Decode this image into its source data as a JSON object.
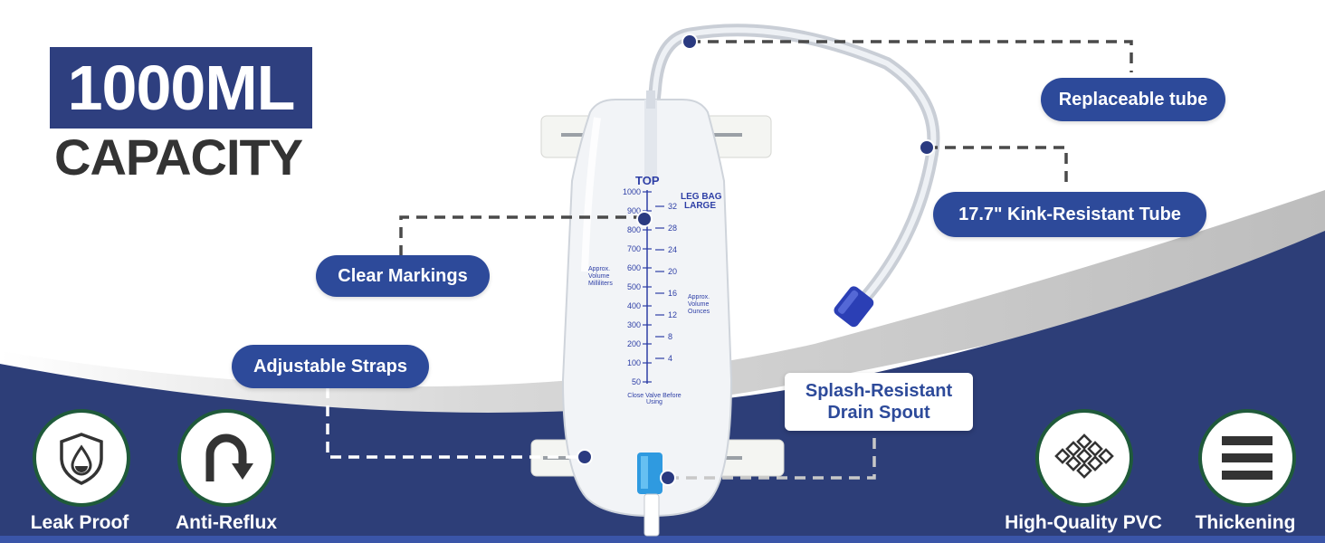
{
  "headline": {
    "capacity": "1000ML",
    "subtitle": "CAPACITY"
  },
  "callouts": {
    "replaceable_tube": "Replaceable tube",
    "kink_resistant": "17.7\" Kink-Resistant Tube",
    "clear_markings": "Clear Markings",
    "adjustable_straps": "Adjustable Straps",
    "splash_line1": "Splash-Resistant",
    "splash_line2": "Drain Spout"
  },
  "bag": {
    "top_label": "TOP",
    "type_line1": "LEG BAG",
    "type_line2": "LARGE",
    "ml_label": "Approx. Volume Milliliters",
    "oz_label": "Approx. Volume Ounces",
    "ml_ticks": [
      "1000",
      "900",
      "800",
      "700",
      "600",
      "500",
      "400",
      "300",
      "200",
      "100",
      "50"
    ],
    "oz_ticks": [
      "32",
      "28",
      "24",
      "20",
      "16",
      "12",
      "8",
      "4"
    ],
    "bottom_note": "Close Valve Before Using"
  },
  "features": [
    {
      "label": "Leak Proof",
      "icon": "shield-drop-icon"
    },
    {
      "label": "Anti-Reflux",
      "icon": "u-turn-arrow-icon"
    },
    {
      "label": "High-Quality PVC",
      "icon": "diamond-grid-icon"
    },
    {
      "label": "Thickening",
      "icon": "layers-icon"
    }
  ],
  "colors": {
    "navy": "#2d3e78",
    "pill_blue": "#2d4a9a",
    "badge_ring": "#1f5a3a",
    "text_dark": "#333333"
  }
}
